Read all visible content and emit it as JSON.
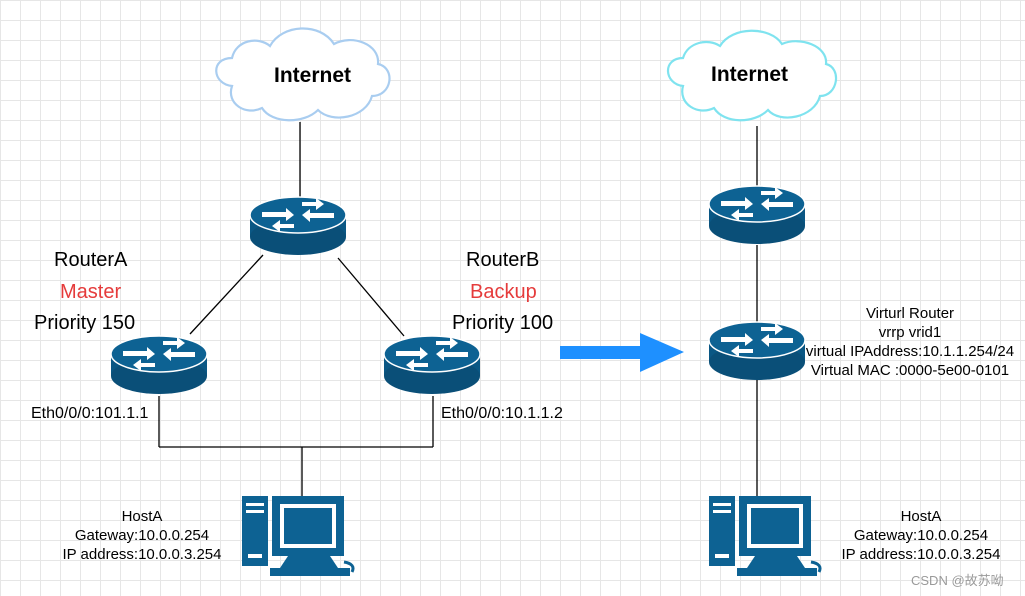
{
  "left": {
    "cloud_label": "Internet",
    "router_a": {
      "name": "RouterA",
      "role": "Master",
      "priority": "Priority 150",
      "interface": "Eth0/0/0:101.1.1"
    },
    "router_b": {
      "name": "RouterB",
      "role": "Backup",
      "priority": "Priority 100",
      "interface": "Eth0/0/0:10.1.1.2"
    },
    "host": {
      "name": "HostA",
      "gateway": "Gateway:10.0.0.254",
      "ip": "IP address:10.0.0.3.254"
    }
  },
  "right": {
    "cloud_label": "Internet",
    "virtual_router": {
      "title": "Virturl Router",
      "vrid": "vrrp vrid1",
      "ip": "virtual IPAddress:10.1.1.254/24",
      "mac": "Virtual MAC :0000-5e00-0101"
    },
    "host": {
      "name": "HostA",
      "gateway": "Gateway:10.0.0.254",
      "ip": "IP address:10.0.0.3.254"
    }
  },
  "watermark": "CSDN @故苏呦",
  "colors": {
    "router_body": "#0d6293",
    "router_dark": "#0a4f78",
    "cloud_left_stroke": "#a9cdf0",
    "cloud_right_stroke": "#7fe3ef",
    "arrow": "#1e90ff",
    "role_text": "#e53b3b"
  },
  "icons": [
    "cloud-icon",
    "router-icon",
    "computer-icon",
    "arrow-right-icon"
  ]
}
